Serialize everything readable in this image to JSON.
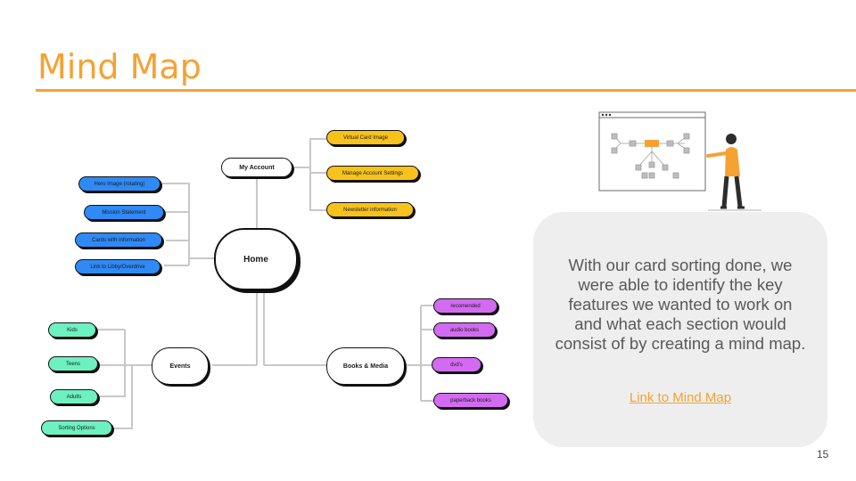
{
  "slide": {
    "title": "Mind Map",
    "page_number": "15"
  },
  "mindmap": {
    "home": "Home",
    "my_account": "My Account",
    "events": "Events",
    "books_media": "Books & Media",
    "home_items": [
      "Hero Image (rotating)",
      "Mission Statement",
      "Cards with information",
      "Link to Libby/Overdrive"
    ],
    "account_items": [
      "Virtual Card Image",
      "Manage Account Settings",
      "Newsletter information"
    ],
    "events_items": [
      "Kids",
      "Teens",
      "Adults",
      "Sorting Options"
    ],
    "books_items": [
      "recomended",
      "audio books",
      "dvd's",
      "paperback books"
    ]
  },
  "card": {
    "text": "With our card sorting done, we were able to identify the key features we wanted to work on and what each section would consist of by creating a mind map.",
    "link_label": "Link to Mind Map"
  },
  "colors": {
    "accent": "#f5a233",
    "blue": "#2f8af5",
    "yellow": "#f8c21c",
    "green": "#6df1c1",
    "purple": "#d26bf1"
  }
}
